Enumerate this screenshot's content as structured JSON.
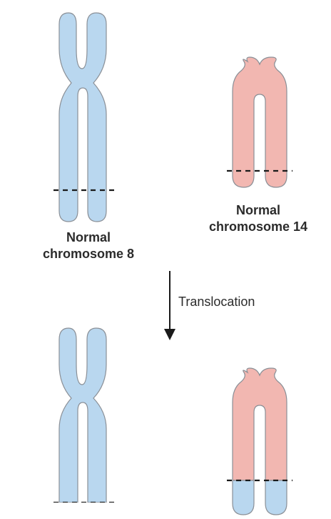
{
  "colors": {
    "chromosome_8": "#b9d7ef",
    "chromosome_14": "#f2b7b1",
    "outline": "#8a8f96",
    "breakpoint": "#1a1a1a",
    "arrow": "#1a1a1a",
    "text": "#2b2b2b"
  },
  "labels": {
    "chromosome_8": {
      "line1": "Normal",
      "line2": "chromosome 8"
    },
    "chromosome_14": {
      "line1": "Normal",
      "line2": "chromosome 14"
    },
    "arrow": "Translocation"
  }
}
